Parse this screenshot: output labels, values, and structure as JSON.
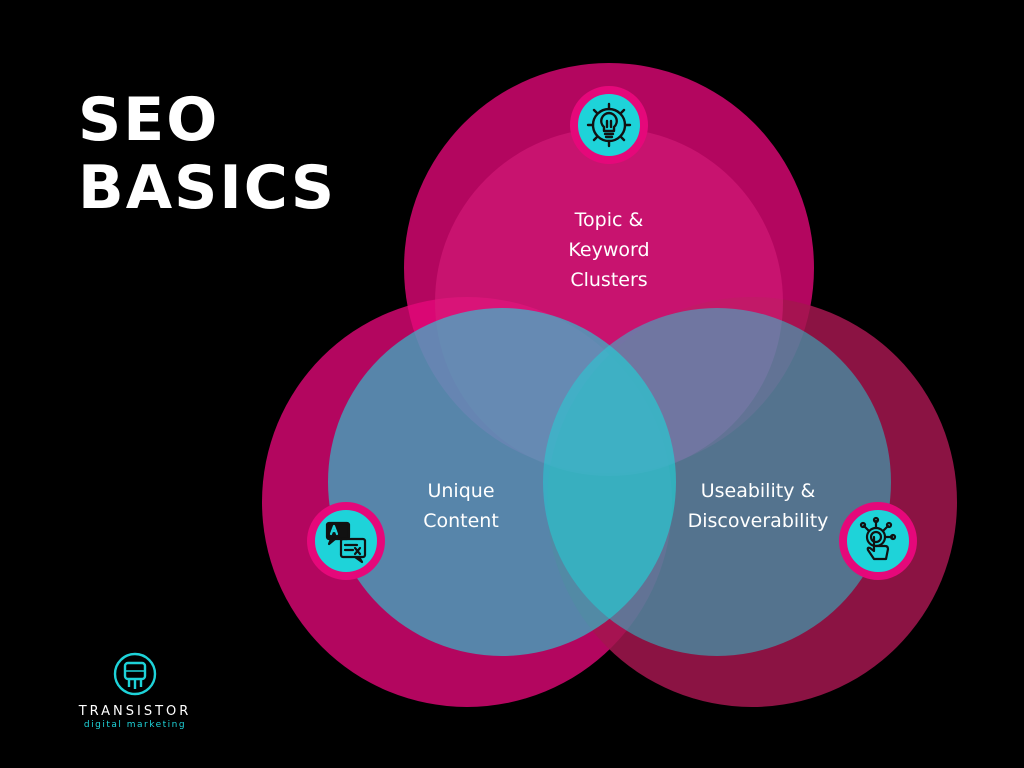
{
  "title": {
    "line1": "SEO",
    "line2": "BASICS"
  },
  "diagram": {
    "top": {
      "line1": "Topic &",
      "line2": "Keyword",
      "line3": "Clusters",
      "icon": "lightbulb-gear-icon"
    },
    "left": {
      "line1": "Unique",
      "line2": "Content",
      "icon": "translate-chat-icon"
    },
    "right": {
      "line1": "Useability &",
      "line2": "Discoverability",
      "icon": "touch-network-icon"
    }
  },
  "colors": {
    "background": "#000000",
    "magenta": "#e5087a",
    "crimson": "#a3164f",
    "cyan": "#1ed3d9",
    "text": "#ffffff"
  },
  "logo": {
    "name": "TRANSISTOR",
    "tagline": "digital marketing",
    "icon": "transistor-logo-icon"
  }
}
